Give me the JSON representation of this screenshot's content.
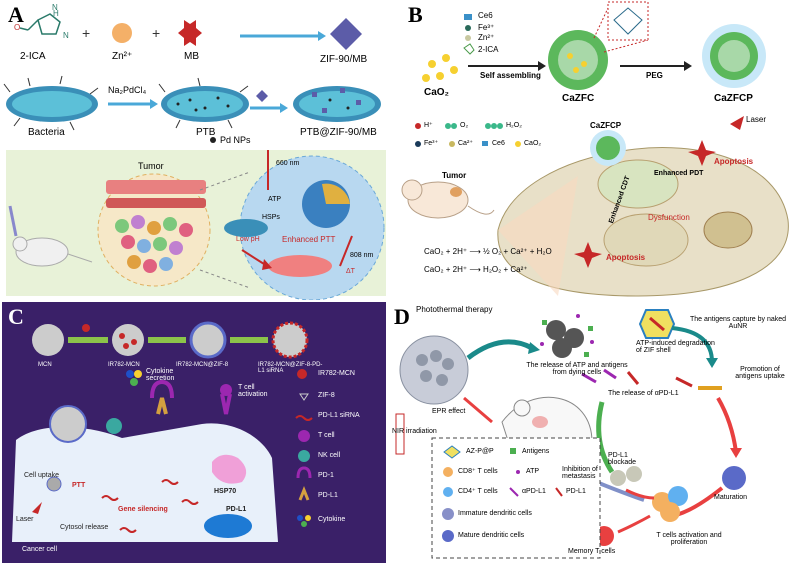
{
  "panelA": {
    "label": "A",
    "reagents": [
      "2-ICA",
      "Zn²⁺",
      "MB",
      "ZIF-90/MB"
    ],
    "reaction_agent": "Na₂PdCl₄",
    "stages": [
      "Bacteria",
      "PTB",
      "PTB@ZIF-90/MB"
    ],
    "pd_legend": "Pd NPs",
    "tumor": "Tumor",
    "laser": "660 nm",
    "atp": "ATP",
    "hsps": "HSPs",
    "low_ph": "Low pH",
    "enhanced_ptt": "Enhanced PTT",
    "laser2": "808 nm",
    "temp": "ΔT"
  },
  "panelB": {
    "label": "B",
    "legend": [
      "Ce6",
      "Fe³⁺",
      "Zn²⁺",
      "2-ICA"
    ],
    "cao2": "CaO₂",
    "self_assembling": "Self assembling",
    "cazfc": "CaZFC",
    "peg": "PEG",
    "cazfcp": "CaZFCP",
    "laser": "Laser",
    "cazfcp_small": "CaZFCP",
    "ions": [
      "H⁺",
      "O₂",
      "H₂O₂",
      "Fe³⁺",
      "Ca²⁺",
      "Ce6",
      "CaO₂"
    ],
    "tumor": "Tumor",
    "enhanced_pdt": "Enhanced PDT",
    "enhanced_cdt": "Enhanced CDT",
    "dysfunction": "Dysfunction",
    "apoptosis1": "Apoptosis",
    "apoptosis2": "Apoptosis",
    "eq1": "CaO₂ + 2H⁺ ⟶ ½ O₂ + Ca²⁺ + H₂O",
    "eq2": "CaO₂ + 2H⁺ ⟶ H₂O₂ + Ca²⁺"
  },
  "panelC": {
    "label": "C",
    "steps": [
      "MCN",
      "IR782-MCN",
      "IR782-MCN@ZIF-8",
      "IR782-MCN@ZIF-8-PD-L1 siRNA"
    ],
    "cytokine_secretion": "Cytokine secretion",
    "t_cell_activation": "T cell activation",
    "hsp70": "HSP70",
    "pdl1": "PD-L1",
    "cell_uptake": "Cell uptake",
    "ptt": "PTT",
    "gene_silencing": "Gene silencing",
    "laser": "Laser",
    "cytosol_release": "Cytosol release",
    "cancer_cell": "Cancer cell",
    "legend": [
      "IR782-MCN",
      "ZIF-8",
      "PD-L1 siRNA",
      "T cell",
      "NK cell",
      "PD-1",
      "PD-L1",
      "Cytokine"
    ]
  },
  "panelD": {
    "label": "D",
    "photothermal": "Photothermal therapy",
    "release_atp": "The release of ATP and antigens from dying cells",
    "atp_degradation": "ATP-induced degradation of ZIF shell",
    "antigen_capture": "The antigens capture by naked AuNR",
    "epr": "EPR effect",
    "nir": "NIR irradiation",
    "release_apdl1": "The release of αPD-L1",
    "promotion": "Promotion of antigens uptake",
    "pdl1_blockade": "PD-L1 blockade",
    "inhibition": "Inhibition of metastasis",
    "maturation": "Maturation",
    "memory": "Memory T cells",
    "activation": "T cells activation and proliferation",
    "legend": {
      "azp": "AZ-P@P",
      "antigens": "Antigens",
      "cd8": "CD8⁺ T cells",
      "atp": "ATP",
      "cd4": "CD4⁺ T cells",
      "apdl1": "αPD-L1",
      "pdl1": "PD-L1",
      "immature": "Immature dendritic cells",
      "mature": "Mature dendritic cells"
    }
  }
}
